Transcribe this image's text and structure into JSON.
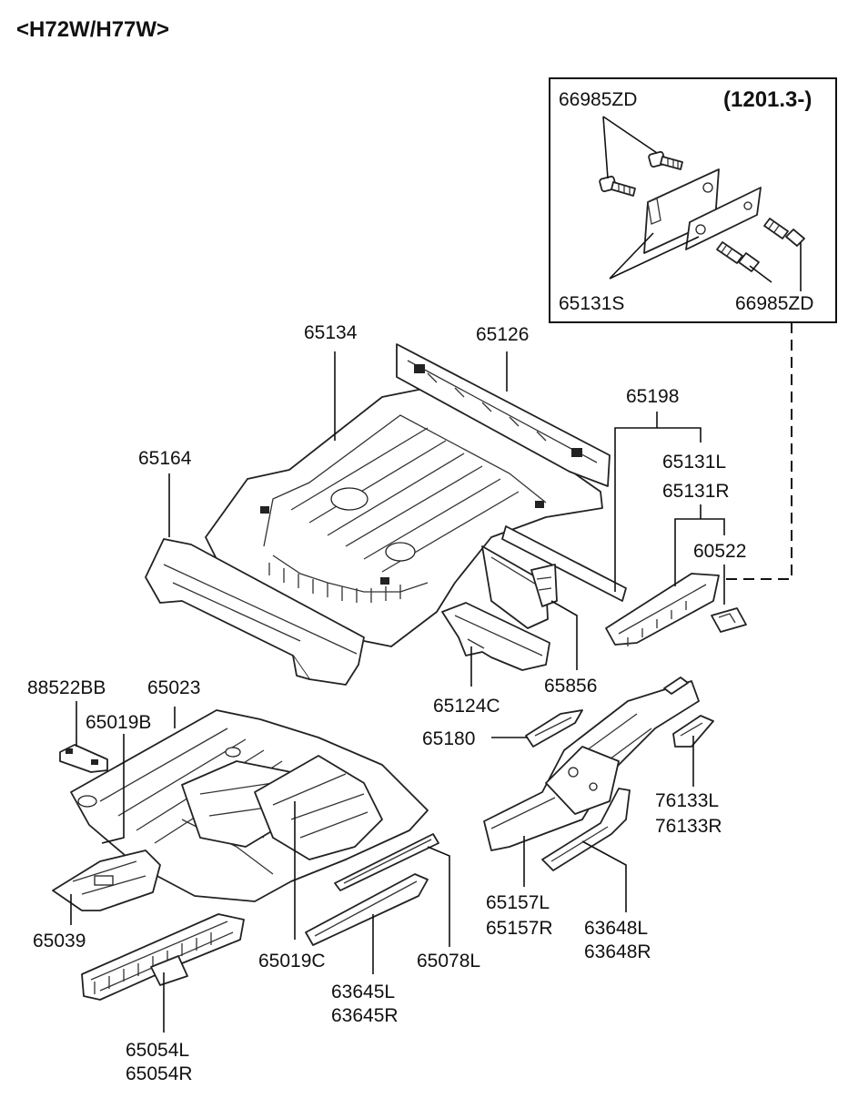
{
  "header": {
    "title": "<H72W/H77W>"
  },
  "inset": {
    "date_range": "(1201.3-)",
    "bolt_top": "66985ZD",
    "bracket": "65131S",
    "bolt_bottom": "66985ZD"
  },
  "labels": {
    "p65134": "65134",
    "p65126": "65126",
    "p65198": "65198",
    "p65131L": "65131L",
    "p65131R": "65131R",
    "p60522": "60522",
    "p65164": "65164",
    "p65124C": "65124C",
    "p65856": "65856",
    "p88522BB": "88522BB",
    "p65023": "65023",
    "p65019B": "65019B",
    "p65180": "65180",
    "p76133L": "76133L",
    "p76133R": "76133R",
    "p65157L": "65157L",
    "p65157R": "65157R",
    "p63648L": "63648L",
    "p63648R": "63648R",
    "p65039": "65039",
    "p65019C": "65019C",
    "p65078L": "65078L",
    "p63645L": "63645L",
    "p63645R": "63645R",
    "p65054L": "65054L",
    "p65054R": "65054R"
  },
  "icons": {
    "bolt": "bolt-icon",
    "bracket": "bracket-icon"
  },
  "colors": {
    "line": "#111111",
    "background": "#ffffff"
  }
}
